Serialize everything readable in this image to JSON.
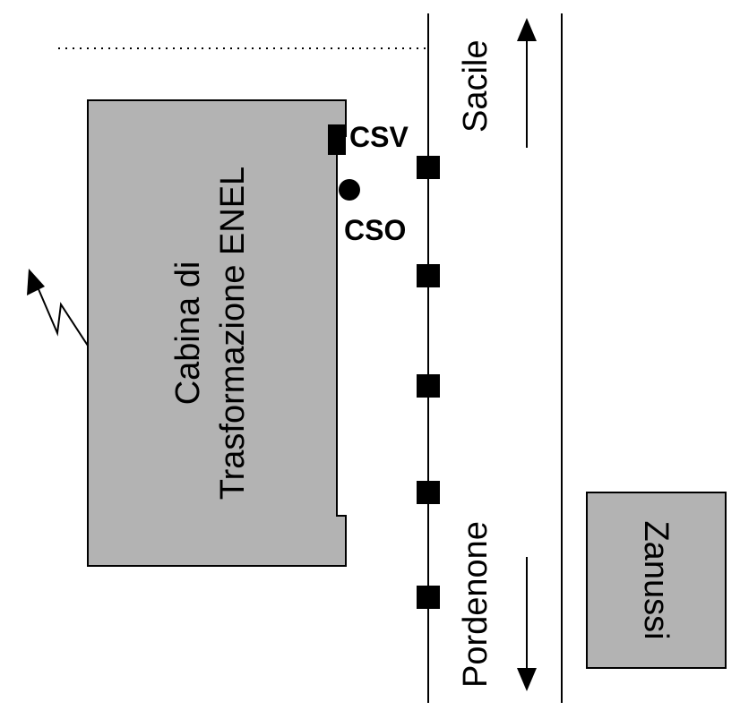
{
  "diagram": {
    "building_label_line1": "Cabina di",
    "building_label_line2": "Trasformazione ENEL",
    "csv_label": "CSV",
    "cso_label": "CSO",
    "direction_up_label": "Sacile",
    "direction_down_label": "Pordenone",
    "neighbour_label": "Zanussi",
    "colors": {
      "building_fill": "#b3b3b3",
      "stroke": "#000000",
      "background": "#ffffff"
    },
    "icons": {
      "sensor": "filled-square",
      "station": "filled-circle",
      "antenna": "lightning-arrow-icon",
      "direction": "arrow-icon"
    }
  }
}
